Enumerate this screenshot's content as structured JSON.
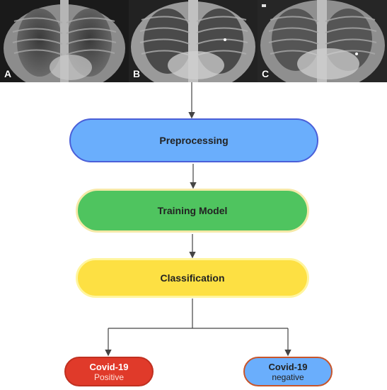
{
  "images": {
    "panels": [
      {
        "letter": "A"
      },
      {
        "letter": "B"
      },
      {
        "letter": "C"
      }
    ]
  },
  "flow": {
    "preprocessing": {
      "label": "Preprocessing",
      "fill": "#6aaefc",
      "border": "#4a5fd8"
    },
    "training": {
      "label": "Training Model",
      "fill": "#4fc45f",
      "border": "#f5e9a8"
    },
    "classification": {
      "label": "Classification",
      "fill": "#fde043",
      "border": "#fff59e"
    },
    "positive": {
      "title": "Covid-19",
      "sub": "Positive",
      "fill": "#e03a2a",
      "border": "#c03020"
    },
    "negative": {
      "title": "Covid-19",
      "sub": "negative",
      "fill": "#6aaefc",
      "border": "#c8552a"
    }
  },
  "colors": {
    "arrow": "#444444",
    "text": "#222222"
  }
}
